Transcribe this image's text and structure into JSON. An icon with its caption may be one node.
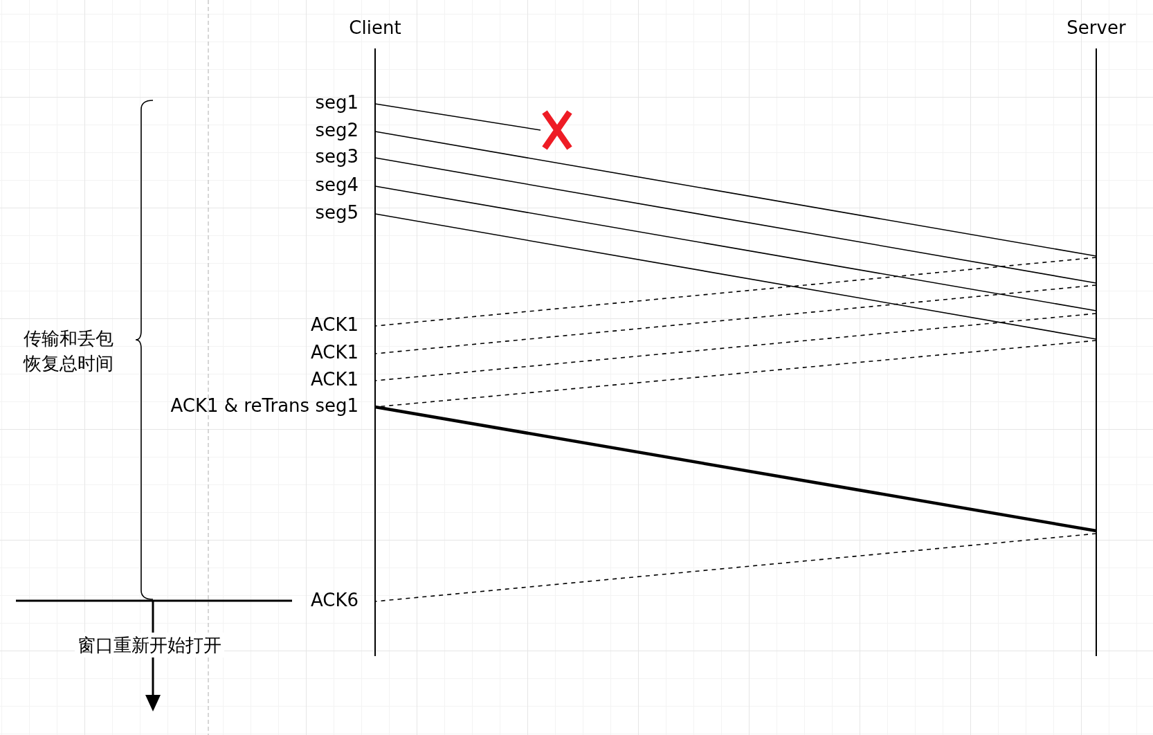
{
  "diagram": {
    "nodes": [
      {
        "text": [
          "Client"
        ]
      },
      {
        "text": [
          "Server"
        ]
      },
      {
        "text": [],
        "shape": "cross"
      }
    ],
    "edges": [
      {
        "from": 0,
        "to": 2,
        "arrow": "none",
        "label": "seg1"
      },
      {
        "from": 0,
        "to": 1,
        "arrow": "none",
        "label": "seg2"
      },
      {
        "from": 0,
        "to": 1,
        "arrow": "none",
        "label": "seg3"
      },
      {
        "from": 0,
        "to": 1,
        "arrow": "none",
        "label": "seg4"
      },
      {
        "from": 0,
        "to": 1,
        "arrow": "none",
        "label": "seg5"
      },
      {
        "from": 1,
        "to": 0,
        "arrow": "none",
        "label": "ACK1",
        "style": "dashed"
      },
      {
        "from": 1,
        "to": 0,
        "arrow": "none",
        "label": "ACK1",
        "style": "dashed"
      },
      {
        "from": 1,
        "to": 0,
        "arrow": "none",
        "label": "ACK1",
        "style": "dashed"
      },
      {
        "from": 1,
        "to": 0,
        "arrow": "none",
        "label": "ACK1 & reTrans seg1",
        "style": "dashed"
      },
      {
        "from": 0,
        "to": 1,
        "arrow": "none",
        "style": "thick"
      },
      {
        "from": 1,
        "to": 0,
        "arrow": "none",
        "label": "ACK6",
        "style": "dashed"
      }
    ],
    "labels": [
      "传输和丢包恢复总时间",
      "窗口重新开始打开"
    ]
  }
}
